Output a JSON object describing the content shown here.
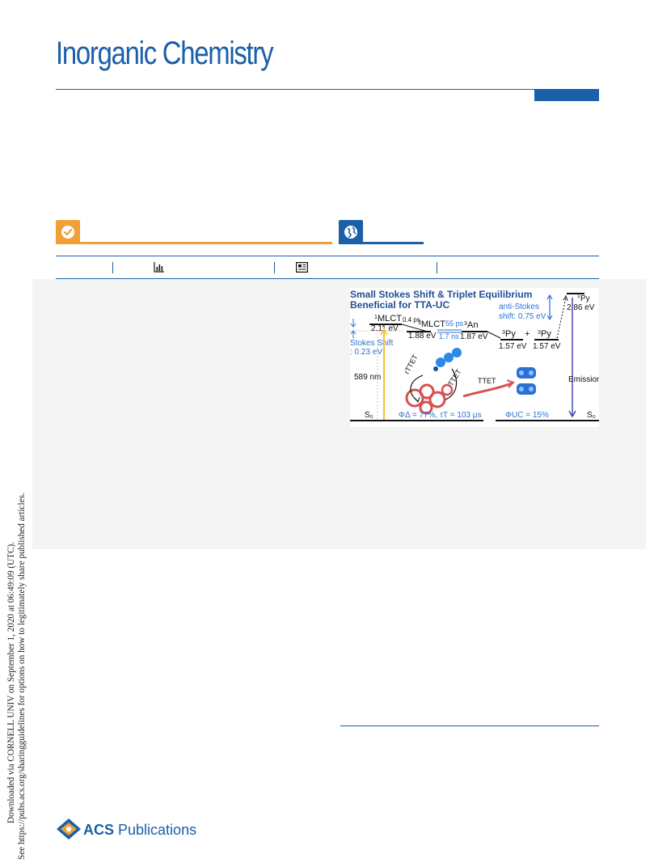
{
  "journal": {
    "title": "Inorganic Chemistry"
  },
  "sidebar": {
    "line1": "Downloaded via CORNELL UNIV on September 1, 2020 at 06:49:09 (UTC).",
    "line2": "See https://pubs.acs.org/sharingguidelines for options on how to legitimately share published articles."
  },
  "badges": {
    "check_icon": "check-circle-icon",
    "globe_icon": "globe-icon"
  },
  "metrics_bar": {
    "metrics_icon": "bar-chart-icon",
    "recommended_icon": "newspaper-icon"
  },
  "toc_graphic": {
    "title_line1": "Small Stokes Shift & Triplet Equilibrium",
    "title_line2": "Beneficial for TTA-UC",
    "mlct1_label": "MLCT",
    "mlct1_sup": "1",
    "mlct1_time": "0.4 ps",
    "mlct1_energy": "2.11 eV",
    "mlct3_sup": "3",
    "mlct3_label": "MLCT",
    "mlct3_energy": "1.88 eV",
    "rate_fwd": "55 ps",
    "rate_back": "1.7 ns",
    "an3_sup": "3",
    "an3_label": "An",
    "an3_energy": "1.87 eV",
    "stokes_label": "Stokes Shift",
    "stokes_value": ": 0.23 eV",
    "py3a_sup": "3",
    "py3a_label": "Py",
    "py3a_energy": "1.57 eV",
    "plus": "+",
    "py3b_sup": "3",
    "py3b_label": "Py",
    "py3b_energy": "1.57 eV",
    "py1_sup": "1",
    "py1_label": "Py",
    "py1_energy": "2.86 eV",
    "antistokes_line1": "anti-Stokes",
    "antistokes_line2": "shift: 0.75 eV",
    "excitation": "589 nm",
    "rttet": "rTTET",
    "ttet_a": "TTET",
    "ttet_b": "TTET",
    "emission": "Emission",
    "s0_left": "S₀",
    "s0_right": "S₀",
    "phi_delta": "ΦΔ = 77%, τT = 103 μs",
    "phi_uc": "ΦUC = 15%",
    "colors": {
      "accent": "#1a5fa8",
      "title_blue": "#1f4e96",
      "mlct_red": "#d85050",
      "py_blue": "#2c6fd6",
      "excitation": "#f2c130",
      "emission_line": "#3a3ab8"
    }
  },
  "publisher": {
    "name_bold": "ACS",
    "name_rest": " Publications",
    "logo_icon": "acs-logo-icon"
  }
}
